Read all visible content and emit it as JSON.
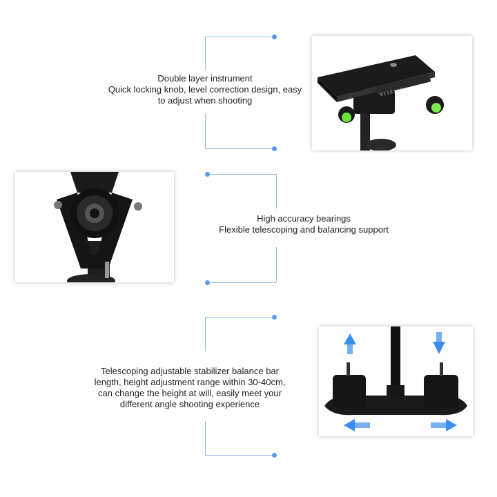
{
  "sections": [
    {
      "lines": [
        "Double layer instrument",
        "Quick locking knob, level correction design, easy",
        "to adjust when shooting"
      ]
    },
    {
      "lines": [
        "High accuracy bearings",
        "Flexible telescoping and balancing support"
      ]
    },
    {
      "lines": [
        "Telescoping adjustable stabilizer balance bar",
        "length, height adjustment range within 30-40cm,",
        "can change the height at will, easily meet your",
        "different angle shooting experience"
      ]
    }
  ],
  "colors": {
    "accent": "#5a9cf0",
    "connector": "#8fbaf0",
    "arrow": "#3a8ef0"
  },
  "photos": {
    "plate_scale": "3 2 1 0 1 2 3"
  }
}
